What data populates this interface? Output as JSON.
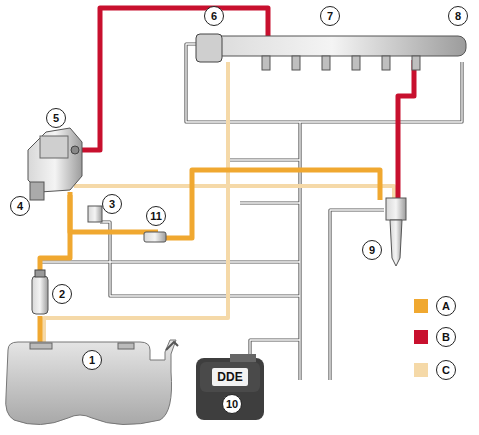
{
  "diagram": {
    "nodes": [
      {
        "text": [
          "DDE"
        ]
      }
    ],
    "labels": [
      "1",
      "2",
      "3",
      "4",
      "5",
      "6",
      "7",
      "8",
      "9",
      "10",
      "11"
    ],
    "legend": [
      {
        "text": "A",
        "color": "#f0a830"
      },
      {
        "text": "B",
        "color": "#c8102e"
      },
      {
        "text": "C",
        "color": "#f5d9a8"
      }
    ]
  }
}
